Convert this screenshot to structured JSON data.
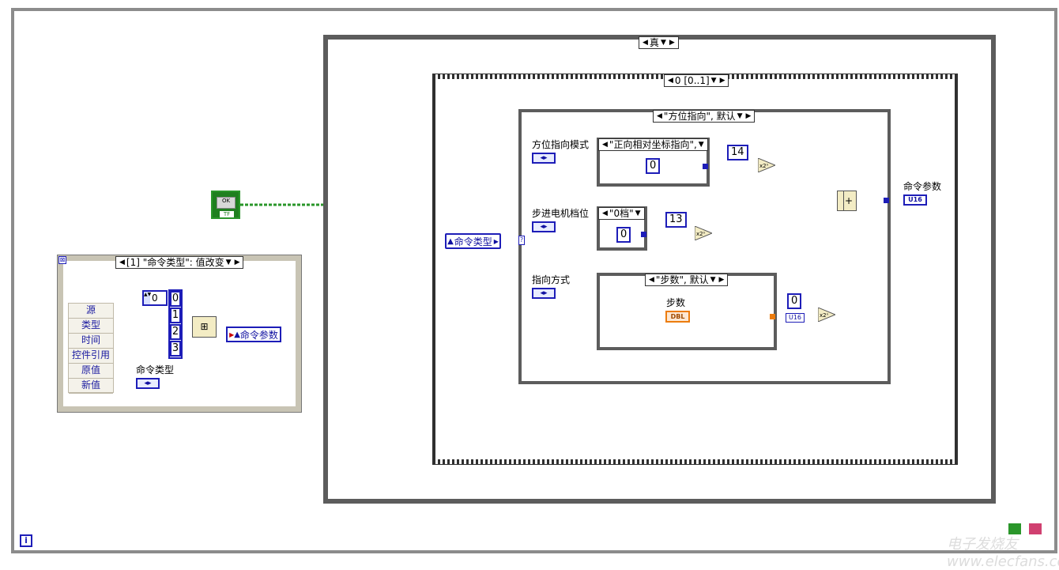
{
  "outer_case": {
    "label": "真"
  },
  "sequence": {
    "label": "0 [0..1]"
  },
  "inner_case": {
    "label": "\"方位指向\", 默认"
  },
  "case_mode": {
    "label": "\"正向相对坐标指向\","
  },
  "case_gear": {
    "label": "\"0档\""
  },
  "case_steps": {
    "label": "\"步数\", 默认"
  },
  "event": {
    "label": "[1] \"命令类型\": 值改变"
  },
  "labels": {
    "mode": "方位指向模式",
    "gear": "步进电机档位",
    "direction": "指向方式",
    "steps": "步数",
    "cmd_param": "命令参数",
    "cmd_type": "命令类型"
  },
  "constants": {
    "c14": "14",
    "c0a": "0",
    "c13": "13",
    "c0b": "0",
    "c0c": "0",
    "c0d": "0"
  },
  "array_values": [
    "0",
    "1",
    "2",
    "3"
  ],
  "ref_cmd_type": "命令类型",
  "ref_cmd_param": "命令参数",
  "event_items": [
    "源",
    "类型",
    "时间",
    "控件引用",
    "原值",
    "新值"
  ],
  "type_tags": {
    "u16_out": "U16",
    "u16_convert": "U16",
    "dbl": "DBL",
    "ok": "OK",
    "tf": "TF",
    "power_a": "x2ⁿ",
    "power_b": "x2ⁿ",
    "power_c": "x2ⁿ",
    "add": "+"
  },
  "watermark": "电子发烧友 www.elecfans.com"
}
